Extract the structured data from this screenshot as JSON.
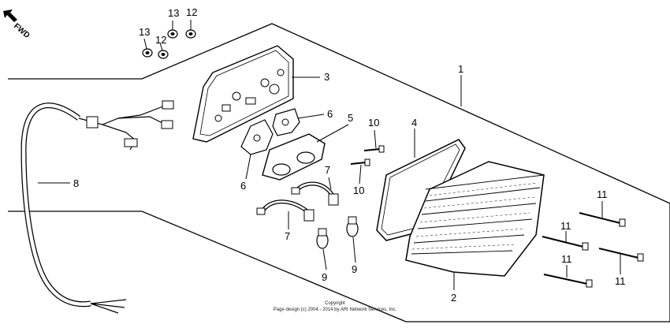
{
  "diagram": {
    "direction_label": "FWD",
    "callouts": {
      "part_1": "1",
      "part_2": "2",
      "part_3": "3",
      "part_4": "4",
      "part_5": "5",
      "part_6_a": "6",
      "part_6_b": "6",
      "part_7_a": "7",
      "part_7_b": "7",
      "part_8": "8",
      "part_9_a": "9",
      "part_9_b": "9",
      "part_10_a": "10",
      "part_10_b": "10",
      "part_11_a": "11",
      "part_11_b": "11",
      "part_11_c": "11",
      "part_11_d": "11",
      "part_12_a": "12",
      "part_12_b": "12",
      "part_13_a": "13",
      "part_13_b": "13"
    }
  },
  "footer": {
    "copyright_line": "Copyright",
    "design_line": "Page design (c) 2004 - 2014 by ARI Network Services, Inc."
  }
}
